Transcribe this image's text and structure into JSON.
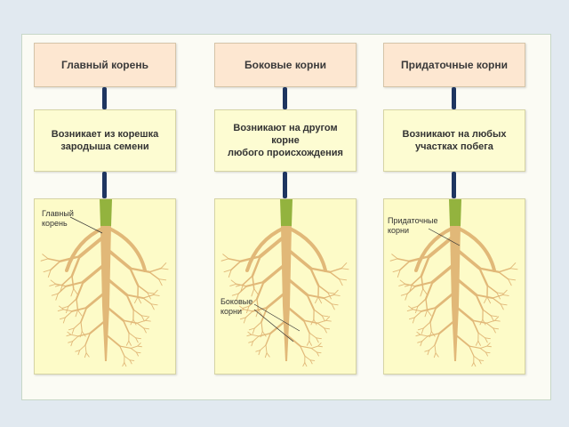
{
  "columns": [
    {
      "title": "Главный корень",
      "description_lines": [
        "Возникает из корешка",
        "зародыша семени"
      ],
      "label_lines": [
        "Главный",
        "корень"
      ]
    },
    {
      "title": "Боковые корни",
      "description_lines": [
        "Возникают на другом корне",
        "любого происхождения"
      ],
      "label_lines": [
        "Боковые",
        "корни"
      ]
    },
    {
      "title": "Придаточные корни",
      "description_lines": [
        "Возникают на любых",
        "участках побега"
      ],
      "label_lines": [
        "Придаточные",
        "корни"
      ]
    }
  ],
  "colors": {
    "background": "#e1e9f0",
    "title_fill": "#fde7d1",
    "description_fill": "#fdfcd2",
    "image_fill": "#fdfbc8",
    "connector": "#1e3560",
    "root_fill": "#e1b878",
    "root_top": "#93b33e"
  }
}
